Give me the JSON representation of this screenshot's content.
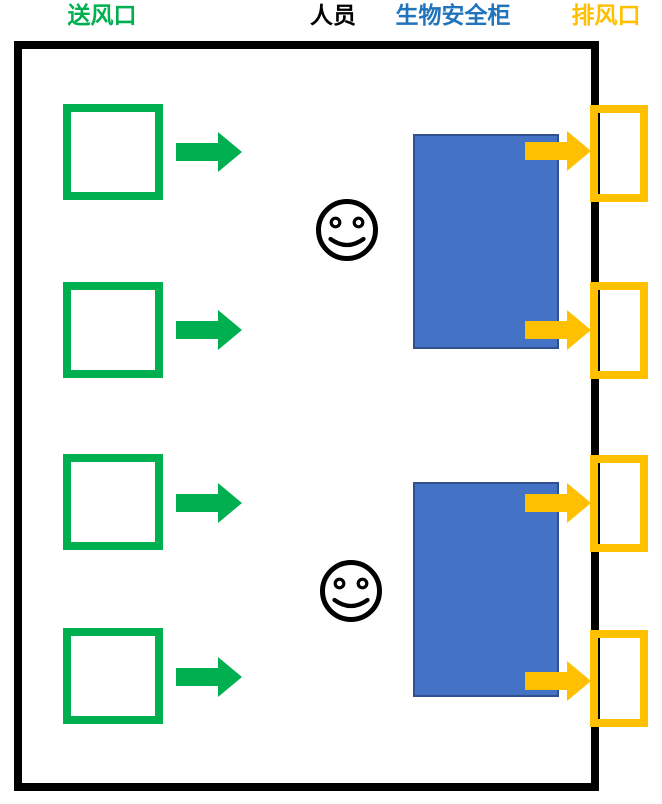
{
  "legend": {
    "supply_label": "送风口",
    "personnel_label": "人员",
    "cabinet_label": "生物安全柜",
    "exhaust_label": "排风口"
  },
  "colors": {
    "supply-green": "#00B050",
    "exhaust-gold": "#FFC000",
    "cabinet-fill": "#4472C4",
    "cabinet-stroke": "#2F528F",
    "label-blue": "#2074BC",
    "wall": "#000000"
  },
  "diagram": {
    "type": "airflow-schematic",
    "supply_vent_count": 4,
    "exhaust_vent_count": 4,
    "biosafety_cabinet_count": 2,
    "personnel_count": 2,
    "airflow_direction": "left-to-right"
  }
}
